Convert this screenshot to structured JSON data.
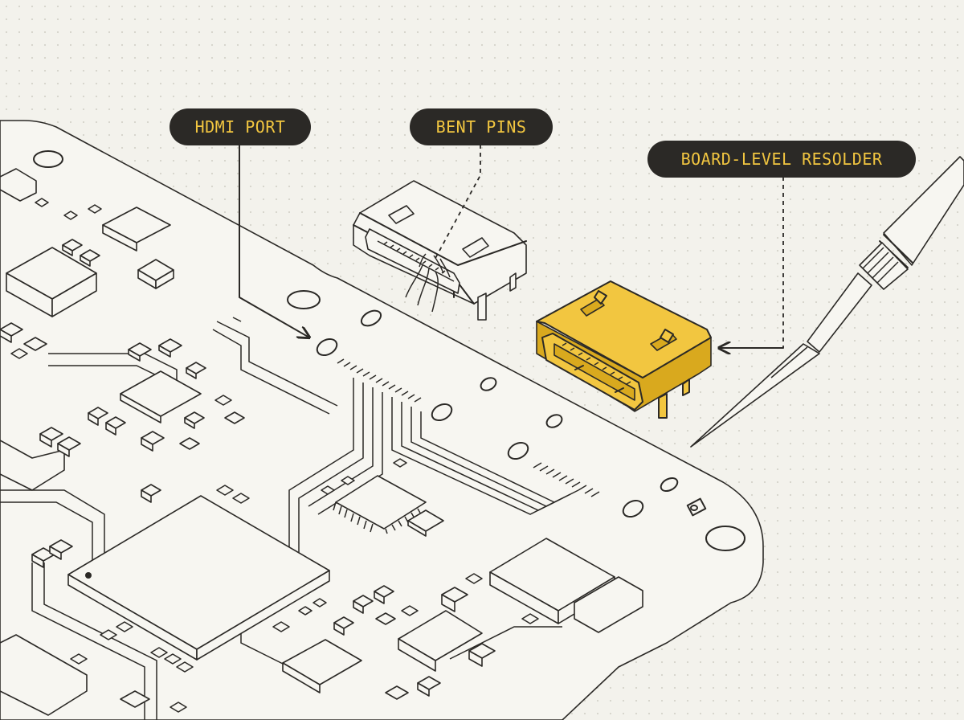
{
  "labels": {
    "hdmi_port": "HDMI PORT",
    "bent_pins": "BENT PINS",
    "board_resolder": "BOARD-LEVEL RESOLDER"
  },
  "colors": {
    "background": "#f3f2ec",
    "ink": "#2b2926",
    "highlight": "#f2c640",
    "callout_bg": "#2b2926"
  },
  "icons": [
    "circuit-board",
    "damaged-hdmi-connector",
    "replacement-hdmi-connector",
    "soldering-iron"
  ]
}
